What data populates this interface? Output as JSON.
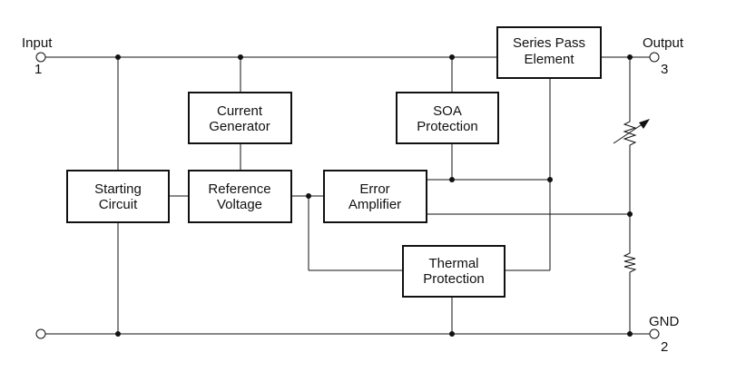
{
  "pins": {
    "input": {
      "label": "Input",
      "number": "1"
    },
    "output": {
      "label": "Output",
      "number": "3"
    },
    "gnd": {
      "label": "GND",
      "number": "2"
    }
  },
  "blocks": {
    "series_pass": [
      "Series Pass",
      "Element"
    ],
    "current_generator": [
      "Current",
      "Generator"
    ],
    "soa_protection": [
      "SOA",
      "Protection"
    ],
    "starting_circuit": [
      "Starting",
      "Circuit"
    ],
    "reference_voltage": [
      "Reference",
      "Voltage"
    ],
    "error_amplifier": [
      "Error",
      "Amplifier"
    ],
    "thermal_protection": [
      "Thermal",
      "Protection"
    ]
  }
}
